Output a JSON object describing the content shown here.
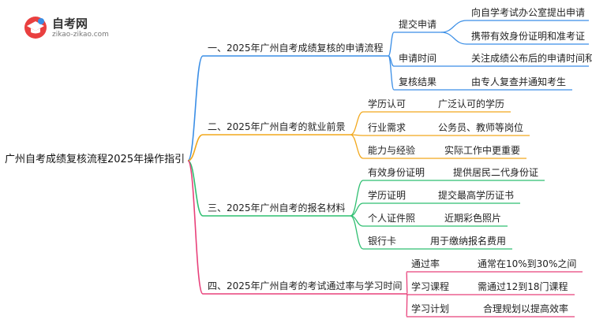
{
  "logo": {
    "title": "自考网",
    "url": "zikao-zikao.com"
  },
  "mindmap": {
    "root": "广州自考成绩复核流程2025年操作指引",
    "branches": [
      {
        "label": "一、2025年广州自考成绩复核的申请流程",
        "color": "#3a8ee6",
        "children": [
          {
            "label": "提交申请",
            "leaves": [
              "向自学考试办公室提出申请",
              "携带有效身份证明和准考证"
            ]
          },
          {
            "label": "申请时间",
            "leaves": [
              "关注成绩公布后的申请时间和地点"
            ]
          },
          {
            "label": "复核结果",
            "leaves": [
              "由专人复查并通知考生"
            ]
          }
        ]
      },
      {
        "label": "二、2025年广州自考的就业前景",
        "color": "#f2a81c",
        "children": [
          {
            "label": "学历认可",
            "leaves": [
              "广泛认可的学历"
            ]
          },
          {
            "label": "行业需求",
            "leaves": [
              "公务员、教师等岗位"
            ]
          },
          {
            "label": "能力与经验",
            "leaves": [
              "实际工作中更重要"
            ]
          }
        ]
      },
      {
        "label": "三、2025年广州自考的报名材料",
        "color": "#2fbf71",
        "children": [
          {
            "label": "有效身份证明",
            "leaves": [
              "提供居民二代身份证"
            ]
          },
          {
            "label": "学历证明",
            "leaves": [
              "提交最高学历证书"
            ]
          },
          {
            "label": "个人证件照",
            "leaves": [
              "近期彩色照片"
            ]
          },
          {
            "label": "银行卡",
            "leaves": [
              "用于缴纳报名费用"
            ]
          }
        ]
      },
      {
        "label": "四、2025年广州自考的考试通过率与学习时间",
        "color": "#e8407a",
        "children": [
          {
            "label": "通过率",
            "leaves": [
              "通常在10%到30%之间"
            ]
          },
          {
            "label": "学习课程",
            "leaves": [
              "需通过12到18门课程"
            ]
          },
          {
            "label": "学习计划",
            "leaves": [
              "合理规划以提高效率"
            ]
          }
        ]
      }
    ]
  }
}
